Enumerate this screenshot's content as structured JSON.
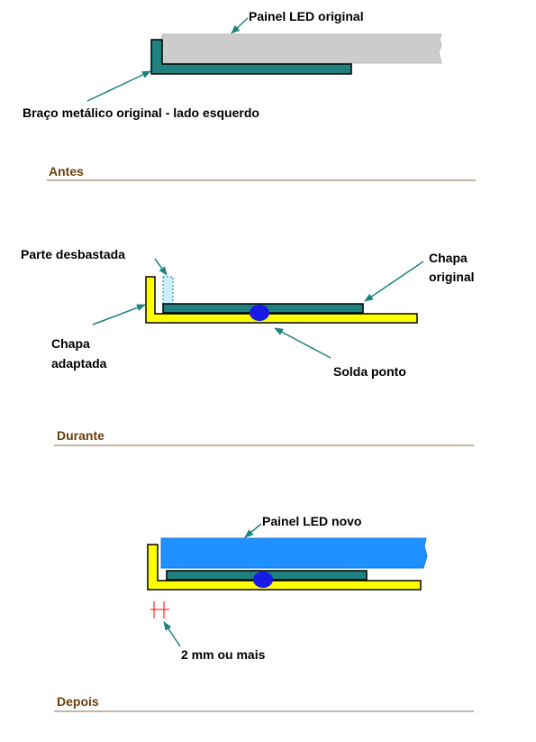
{
  "colors": {
    "section_title": "#6b3f0c",
    "section_rule": "#8a6a4a",
    "original_panel": "#cccccc",
    "original_plate": "#1f8080",
    "adapted_plate": "#ffff00",
    "weld_spot": "#1a1ae6",
    "new_panel": "#1e90ff",
    "ground_part": "#cceeff",
    "leader_arrow": "#1f8080",
    "dimension_mark": "#ff0000"
  },
  "sections": {
    "before": {
      "title": "Antes",
      "labels": {
        "panel": "Painel LED original",
        "arm": "Braço metálico original - lado esquerdo"
      }
    },
    "during": {
      "title": "Durante",
      "labels": {
        "ground": "Parte desbastada",
        "plate_line1": "Chapa",
        "plate_line2": "original",
        "adapted_line1": "Chapa",
        "adapted_line2": "adaptada",
        "weld": "Solda ponto"
      }
    },
    "after": {
      "title": "Depois",
      "labels": {
        "panel": "Painel LED novo",
        "gap": "2 mm ou mais"
      }
    }
  }
}
